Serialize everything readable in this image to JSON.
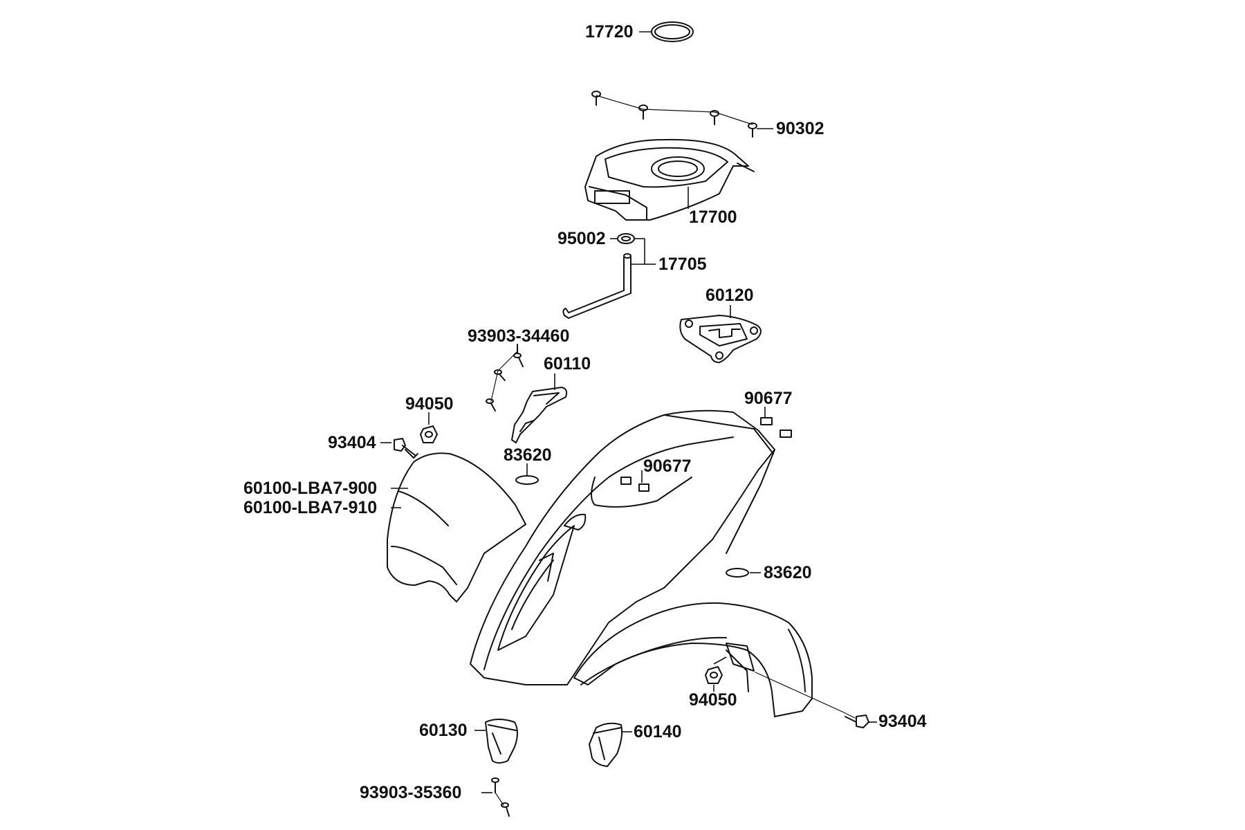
{
  "labels": {
    "l17720": "17720",
    "l90302": "90302",
    "l17700": "17700",
    "l95002": "95002",
    "l17705": "17705",
    "l60120": "60120",
    "l93903_34460": "93903-34460",
    "l60110": "60110",
    "l90677_top": "90677",
    "l94050_top": "94050",
    "l93404_top": "93404",
    "l83620_top": "83620",
    "l90677_mid": "90677",
    "l60100_900": "60100-LBA7-900",
    "l60100_910": "60100-LBA7-910",
    "l83620_right": "83620",
    "l94050_bottom": "94050",
    "l93404_bottom": "93404",
    "l60130": "60130",
    "l60140": "60140",
    "l93903_35360": "93903-35360"
  },
  "colors": {
    "ink": "#111111",
    "background": "#ffffff"
  }
}
